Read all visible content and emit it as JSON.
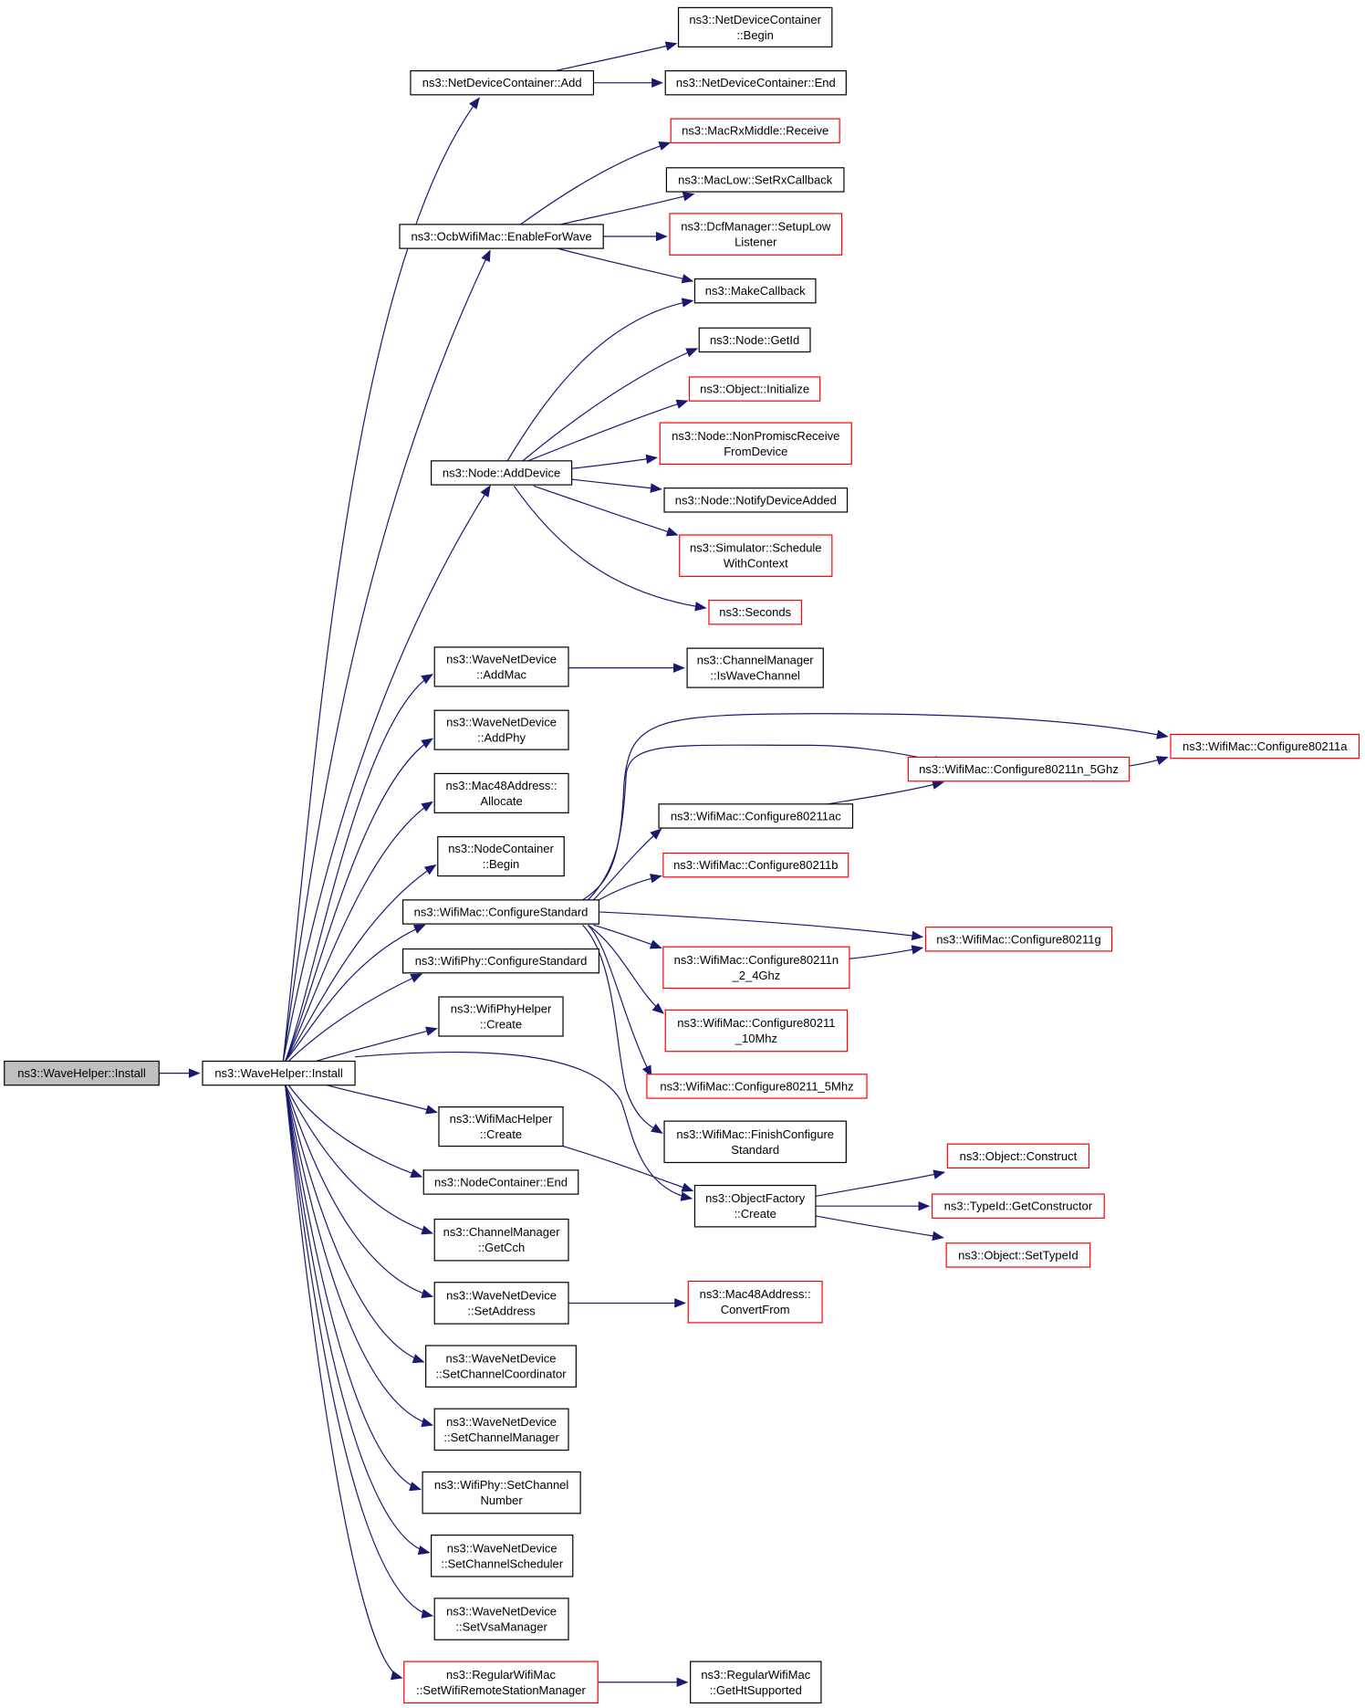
{
  "diagram": {
    "nodes": [
      {
        "id": "root",
        "lines": [
          "ns3::WaveHelper::Install"
        ],
        "style": "root",
        "clickable": false
      },
      {
        "id": "install",
        "lines": [
          "ns3::WaveHelper::Install"
        ],
        "style": "black",
        "clickable": true
      },
      {
        "id": "ndcAdd",
        "lines": [
          "ns3::NetDeviceContainer::Add"
        ],
        "style": "black",
        "clickable": true
      },
      {
        "id": "ndcBegin",
        "lines": [
          "ns3::NetDeviceContainer",
          "::Begin"
        ],
        "style": "black",
        "clickable": true
      },
      {
        "id": "ndcEnd",
        "lines": [
          "ns3::NetDeviceContainer::End"
        ],
        "style": "black",
        "clickable": true
      },
      {
        "id": "macRxRecv",
        "lines": [
          "ns3::MacRxMiddle::Receive"
        ],
        "style": "red",
        "clickable": true
      },
      {
        "id": "macLowSetRx",
        "lines": [
          "ns3::MacLow::SetRxCallback"
        ],
        "style": "black",
        "clickable": true
      },
      {
        "id": "ocbEnable",
        "lines": [
          "ns3::OcbWifiMac::EnableForWave"
        ],
        "style": "black",
        "clickable": true
      },
      {
        "id": "dcfSetup",
        "lines": [
          "ns3::DcfManager::SetupLow",
          "Listener"
        ],
        "style": "red",
        "clickable": true
      },
      {
        "id": "makeCb",
        "lines": [
          "ns3::MakeCallback"
        ],
        "style": "black",
        "clickable": true
      },
      {
        "id": "nodeGetId",
        "lines": [
          "ns3::Node::GetId"
        ],
        "style": "black",
        "clickable": true
      },
      {
        "id": "objInit",
        "lines": [
          "ns3::Object::Initialize"
        ],
        "style": "red",
        "clickable": true
      },
      {
        "id": "nodeNonProm",
        "lines": [
          "ns3::Node::NonPromiscReceive",
          "FromDevice"
        ],
        "style": "red",
        "clickable": true
      },
      {
        "id": "nodeAddDev",
        "lines": [
          "ns3::Node::AddDevice"
        ],
        "style": "black",
        "clickable": true
      },
      {
        "id": "nodeNotify",
        "lines": [
          "ns3::Node::NotifyDeviceAdded"
        ],
        "style": "black",
        "clickable": true
      },
      {
        "id": "simSched",
        "lines": [
          "ns3::Simulator::Schedule",
          "WithContext"
        ],
        "style": "red",
        "clickable": true
      },
      {
        "id": "seconds",
        "lines": [
          "ns3::Seconds"
        ],
        "style": "red",
        "clickable": true
      },
      {
        "id": "wndAddMac",
        "lines": [
          "ns3::WaveNetDevice",
          "::AddMac"
        ],
        "style": "black",
        "clickable": true
      },
      {
        "id": "cmIsWave",
        "lines": [
          "ns3::ChannelManager",
          "::IsWaveChannel"
        ],
        "style": "black",
        "clickable": true
      },
      {
        "id": "wndAddPhy",
        "lines": [
          "ns3::WaveNetDevice",
          "::AddPhy"
        ],
        "style": "black",
        "clickable": true
      },
      {
        "id": "cfg80211a",
        "lines": [
          "ns3::WifiMac::Configure80211a"
        ],
        "style": "red",
        "clickable": true
      },
      {
        "id": "cfg5ghz",
        "lines": [
          "ns3::WifiMac::Configure80211n_5Ghz"
        ],
        "style": "red",
        "clickable": true
      },
      {
        "id": "macAlloc",
        "lines": [
          "ns3::Mac48Address::",
          "Allocate"
        ],
        "style": "black",
        "clickable": true
      },
      {
        "id": "cfgAc",
        "lines": [
          "ns3::WifiMac::Configure80211ac"
        ],
        "style": "black",
        "clickable": true
      },
      {
        "id": "ncBegin",
        "lines": [
          "ns3::NodeContainer",
          "::Begin"
        ],
        "style": "black",
        "clickable": true
      },
      {
        "id": "cfgB",
        "lines": [
          "ns3::WifiMac::Configure80211b"
        ],
        "style": "red",
        "clickable": true
      },
      {
        "id": "cfgStd",
        "lines": [
          "ns3::WifiMac::ConfigureStandard"
        ],
        "style": "black",
        "clickable": true
      },
      {
        "id": "cfgG",
        "lines": [
          "ns3::WifiMac::Configure80211g"
        ],
        "style": "red",
        "clickable": true
      },
      {
        "id": "phyCfgStd",
        "lines": [
          "ns3::WifiPhy::ConfigureStandard"
        ],
        "style": "black",
        "clickable": true
      },
      {
        "id": "cfg24",
        "lines": [
          "ns3::WifiMac::Configure80211n",
          "_2_4Ghz"
        ],
        "style": "red",
        "clickable": true
      },
      {
        "id": "phyHelperCreate",
        "lines": [
          "ns3::WifiPhyHelper",
          "::Create"
        ],
        "style": "black",
        "clickable": true
      },
      {
        "id": "cfg10",
        "lines": [
          "ns3::WifiMac::Configure80211",
          "_10Mhz"
        ],
        "style": "red",
        "clickable": true
      },
      {
        "id": "cfg5mhz",
        "lines": [
          "ns3::WifiMac::Configure80211_5Mhz"
        ],
        "style": "red",
        "clickable": true
      },
      {
        "id": "macHelperCreate",
        "lines": [
          "ns3::WifiMacHelper",
          "::Create"
        ],
        "style": "black",
        "clickable": true
      },
      {
        "id": "finishCfg",
        "lines": [
          "ns3::WifiMac::FinishConfigure",
          "Standard"
        ],
        "style": "black",
        "clickable": true
      },
      {
        "id": "objConstruct",
        "lines": [
          "ns3::Object::Construct"
        ],
        "style": "red",
        "clickable": true
      },
      {
        "id": "ncEnd",
        "lines": [
          "ns3::NodeContainer::End"
        ],
        "style": "black",
        "clickable": true
      },
      {
        "id": "ofCreate",
        "lines": [
          "ns3::ObjectFactory",
          "::Create"
        ],
        "style": "black",
        "clickable": true
      },
      {
        "id": "typeIdGetCtor",
        "lines": [
          "ns3::TypeId::GetConstructor"
        ],
        "style": "red",
        "clickable": true
      },
      {
        "id": "cmGetCch",
        "lines": [
          "ns3::ChannelManager",
          "::GetCch"
        ],
        "style": "black",
        "clickable": true
      },
      {
        "id": "objSetTypeId",
        "lines": [
          "ns3::Object::SetTypeId"
        ],
        "style": "red",
        "clickable": true
      },
      {
        "id": "wndSetAddr",
        "lines": [
          "ns3::WaveNetDevice",
          "::SetAddress"
        ],
        "style": "black",
        "clickable": true
      },
      {
        "id": "macConvert",
        "lines": [
          "ns3::Mac48Address::",
          "ConvertFrom"
        ],
        "style": "red",
        "clickable": true
      },
      {
        "id": "wndSetCoord",
        "lines": [
          "ns3::WaveNetDevice",
          "::SetChannelCoordinator"
        ],
        "style": "black",
        "clickable": true
      },
      {
        "id": "wndSetMgr",
        "lines": [
          "ns3::WaveNetDevice",
          "::SetChannelManager"
        ],
        "style": "black",
        "clickable": true
      },
      {
        "id": "phySetChNum",
        "lines": [
          "ns3::WifiPhy::SetChannel",
          "Number"
        ],
        "style": "black",
        "clickable": true
      },
      {
        "id": "wndSetSched",
        "lines": [
          "ns3::WaveNetDevice",
          "::SetChannelScheduler"
        ],
        "style": "black",
        "clickable": true
      },
      {
        "id": "wndSetVsa",
        "lines": [
          "ns3::WaveNetDevice",
          "::SetVsaManager"
        ],
        "style": "black",
        "clickable": true
      },
      {
        "id": "rwmSetRsm",
        "lines": [
          "ns3::RegularWifiMac",
          "::SetWifiRemoteStationManager"
        ],
        "style": "red",
        "clickable": true
      },
      {
        "id": "rwmGetHt",
        "lines": [
          "ns3::RegularWifiMac",
          "::GetHtSupported"
        ],
        "style": "black",
        "clickable": true
      }
    ],
    "edges": [
      [
        "root",
        "install"
      ],
      [
        "install",
        "ndcAdd"
      ],
      [
        "install",
        "ocbEnable"
      ],
      [
        "install",
        "nodeAddDev"
      ],
      [
        "install",
        "wndAddMac"
      ],
      [
        "install",
        "wndAddPhy"
      ],
      [
        "install",
        "macAlloc"
      ],
      [
        "install",
        "ncBegin"
      ],
      [
        "install",
        "cfgStd"
      ],
      [
        "install",
        "phyCfgStd"
      ],
      [
        "install",
        "phyHelperCreate"
      ],
      [
        "install",
        "ofCreate"
      ],
      [
        "install",
        "macHelperCreate"
      ],
      [
        "install",
        "ncEnd"
      ],
      [
        "install",
        "cmGetCch"
      ],
      [
        "install",
        "wndSetAddr"
      ],
      [
        "install",
        "wndSetCoord"
      ],
      [
        "install",
        "wndSetMgr"
      ],
      [
        "install",
        "phySetChNum"
      ],
      [
        "install",
        "wndSetSched"
      ],
      [
        "install",
        "wndSetVsa"
      ],
      [
        "install",
        "rwmSetRsm"
      ],
      [
        "ndcAdd",
        "ndcBegin"
      ],
      [
        "ndcAdd",
        "ndcEnd"
      ],
      [
        "ocbEnable",
        "macRxRecv"
      ],
      [
        "ocbEnable",
        "macLowSetRx"
      ],
      [
        "ocbEnable",
        "dcfSetup"
      ],
      [
        "ocbEnable",
        "makeCb"
      ],
      [
        "nodeAddDev",
        "makeCb"
      ],
      [
        "nodeAddDev",
        "nodeGetId"
      ],
      [
        "nodeAddDev",
        "objInit"
      ],
      [
        "nodeAddDev",
        "nodeNonProm"
      ],
      [
        "nodeAddDev",
        "nodeNotify"
      ],
      [
        "nodeAddDev",
        "simSched"
      ],
      [
        "nodeAddDev",
        "seconds"
      ],
      [
        "wndAddMac",
        "cmIsWave"
      ],
      [
        "cfgStd",
        "cfg80211a"
      ],
      [
        "cfgStd",
        "cfg5ghz"
      ],
      [
        "cfgStd",
        "cfgAc"
      ],
      [
        "cfgStd",
        "cfgB"
      ],
      [
        "cfgStd",
        "cfgG"
      ],
      [
        "cfgStd",
        "cfg24"
      ],
      [
        "cfgStd",
        "cfg10"
      ],
      [
        "cfgStd",
        "cfg5mhz"
      ],
      [
        "cfgStd",
        "finishCfg"
      ],
      [
        "cfg5ghz",
        "cfg80211a"
      ],
      [
        "cfgAc",
        "cfg5ghz"
      ],
      [
        "cfg24",
        "cfgG"
      ],
      [
        "macHelperCreate",
        "ofCreate"
      ],
      [
        "ofCreate",
        "objConstruct"
      ],
      [
        "ofCreate",
        "typeIdGetCtor"
      ],
      [
        "ofCreate",
        "objSetTypeId"
      ],
      [
        "wndSetAddr",
        "macConvert"
      ],
      [
        "rwmSetRsm",
        "rwmGetHt"
      ]
    ]
  }
}
